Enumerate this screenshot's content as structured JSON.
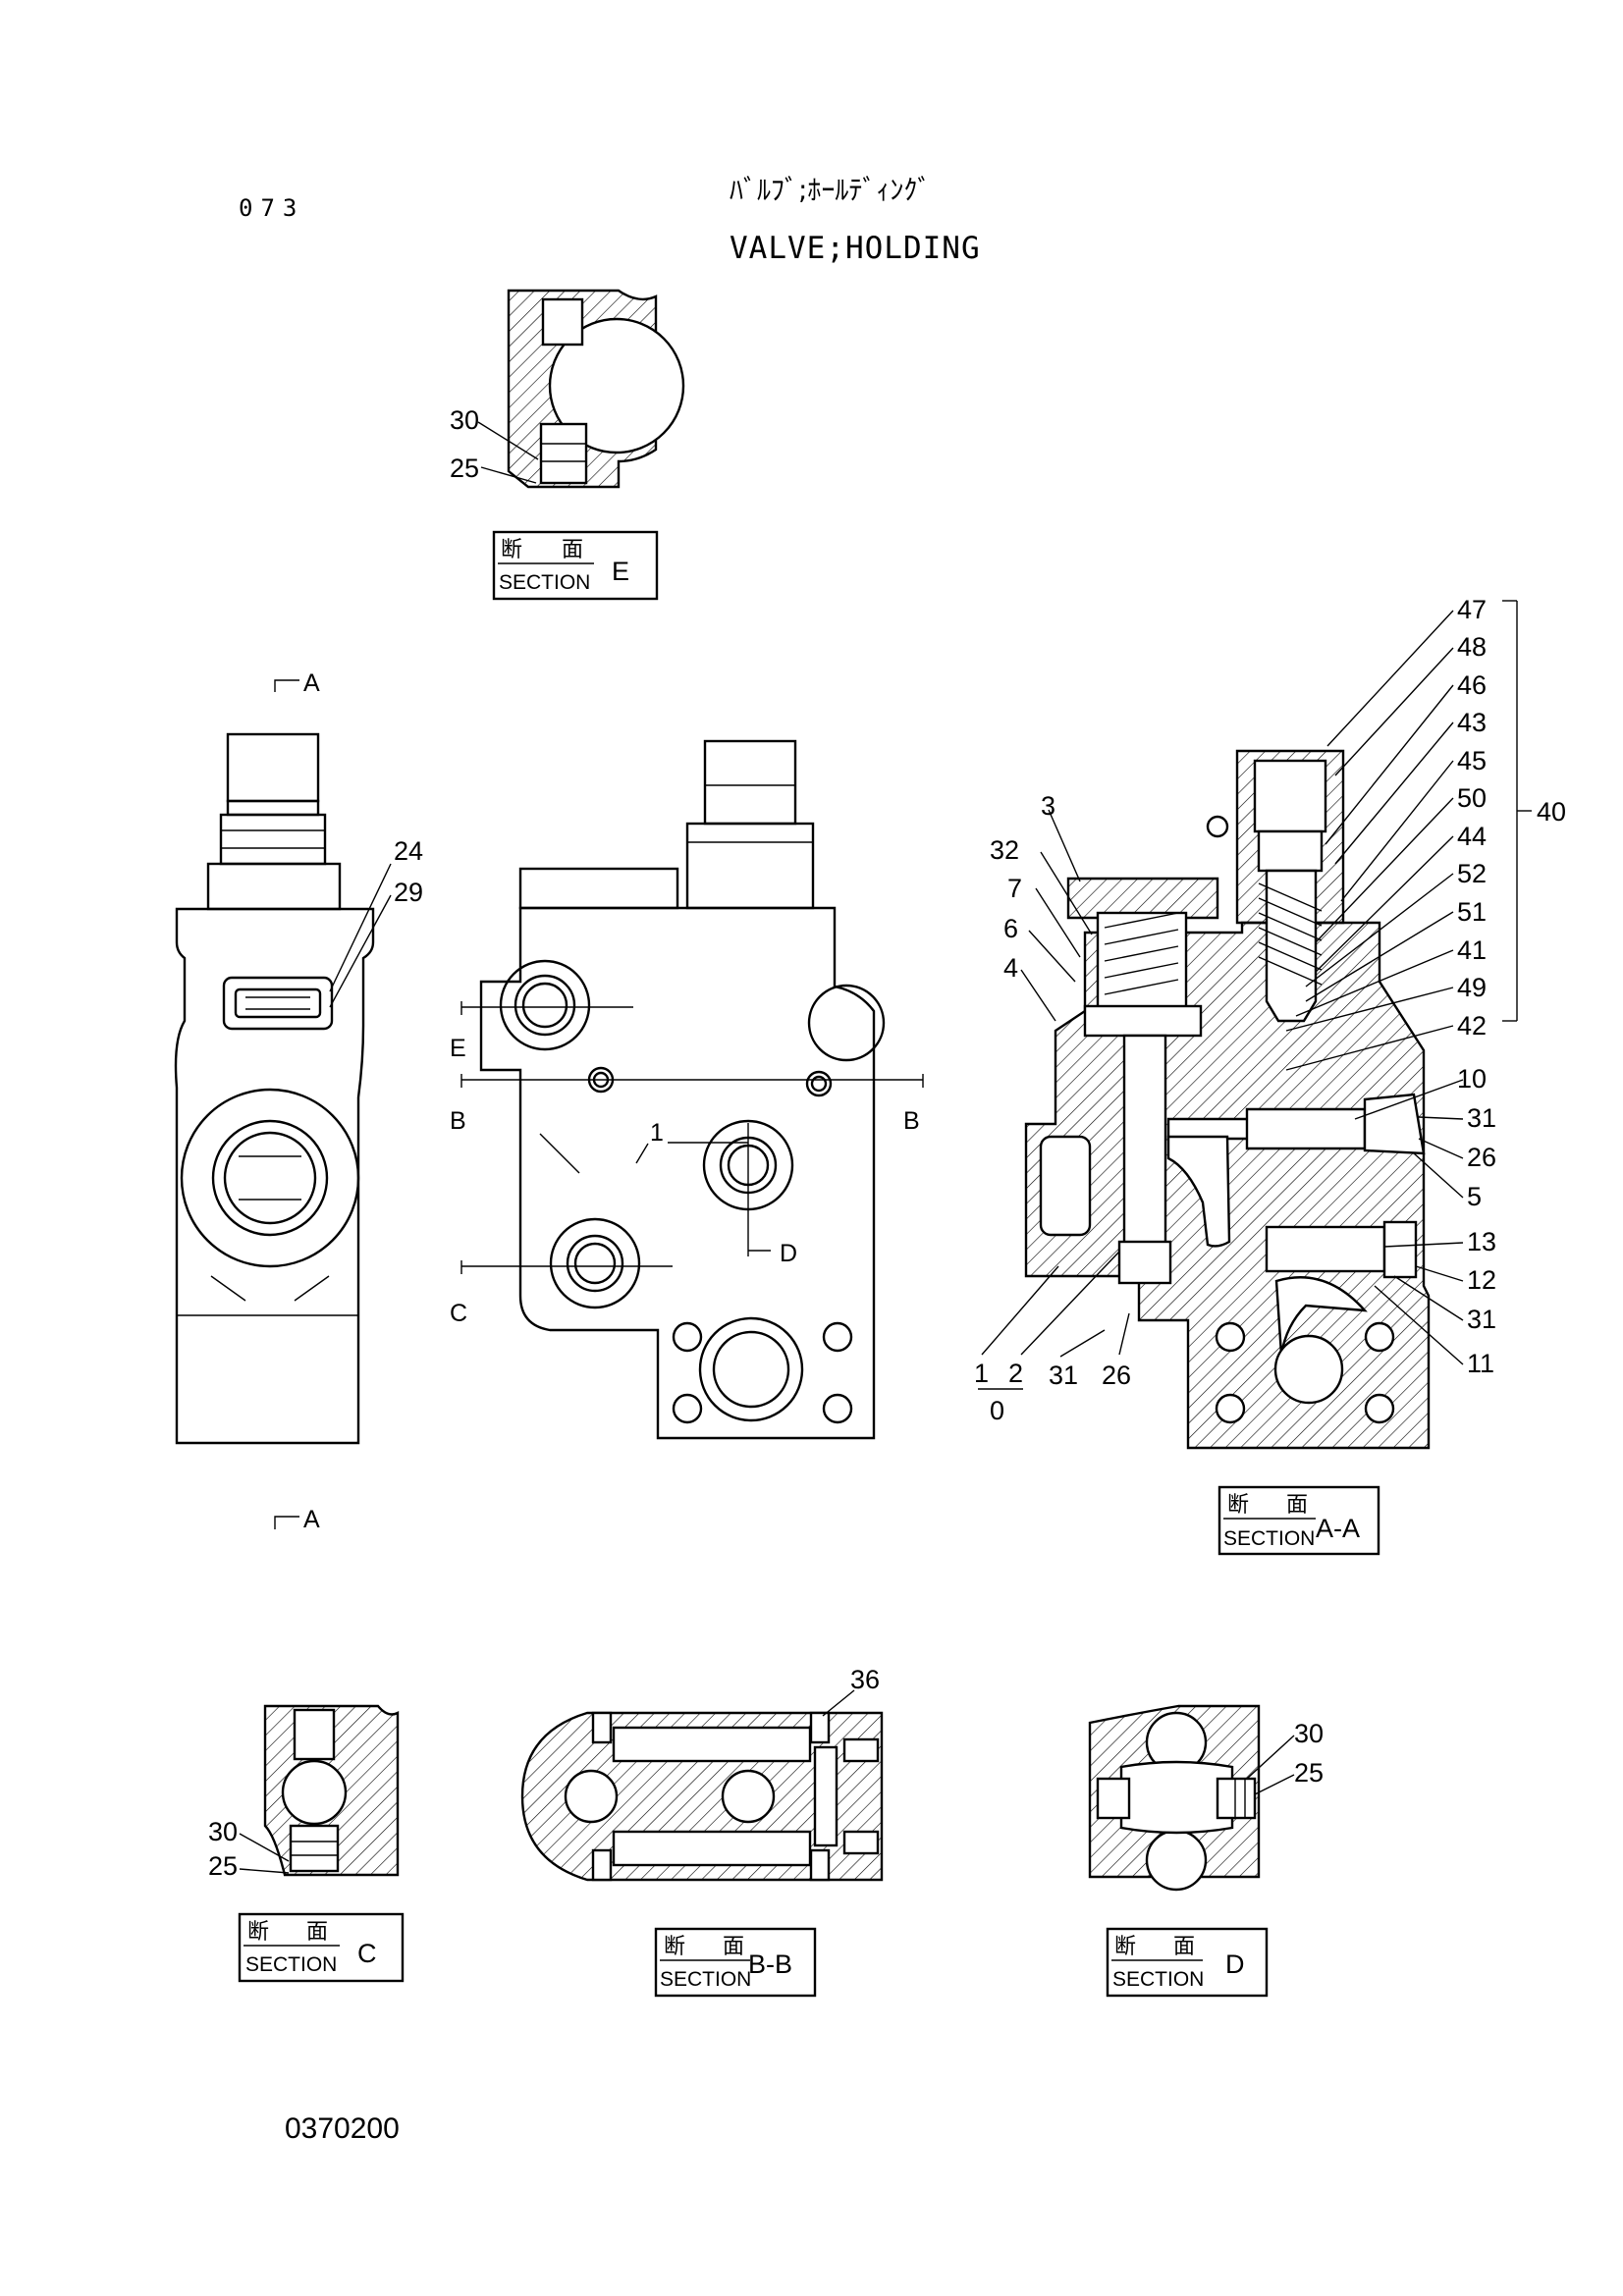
{
  "header": {
    "page_number": "073",
    "title_jp": "ﾊﾞﾙﾌﾞ;ﾎｰﾙﾃﾞｨﾝｸﾞ",
    "title_en": "VALVE;HOLDING"
  },
  "footer": {
    "drawing_number": "0370200"
  },
  "sections": {
    "e": {
      "kanji_1": "断",
      "kanji_2": "面",
      "word": "SECTION",
      "id": "E"
    },
    "aa": {
      "kanji_1": "断",
      "kanji_2": "面",
      "word": "SECTION",
      "id": "A-A"
    },
    "c": {
      "kanji_1": "断",
      "kanji_2": "面",
      "word": "SECTION",
      "id": "C"
    },
    "bb": {
      "kanji_1": "断",
      "kanji_2": "面",
      "word": "SECTION",
      "id": "B-B"
    },
    "d": {
      "kanji_1": "断",
      "kanji_2": "面",
      "word": "SECTION",
      "id": "D"
    }
  },
  "cutting_planes": {
    "a_top": "A",
    "a_bottom": "A",
    "e": "E",
    "b_left": "B",
    "b_right": "B",
    "c": "C",
    "d": "D",
    "one": "1"
  },
  "callouts": {
    "e_30": "30",
    "e_25": "25",
    "side_24": "24",
    "side_29": "29",
    "aa_47": "47",
    "aa_48": "48",
    "aa_46": "46",
    "aa_43": "43",
    "aa_45": "45",
    "aa_50": "50",
    "aa_44": "44",
    "aa_52": "52",
    "aa_51": "51",
    "aa_41": "41",
    "aa_49": "49",
    "aa_42": "42",
    "aa_40": "40",
    "aa_10": "10",
    "aa_31a": "31",
    "aa_26a": "26",
    "aa_5": "5",
    "aa_13": "13",
    "aa_12": "12",
    "aa_31b": "31",
    "aa_11": "11",
    "aa_3": "3",
    "aa_32": "32",
    "aa_7": "7",
    "aa_6": "6",
    "aa_4": "4",
    "aa_1": "1",
    "aa_2": "2",
    "aa_31c": "31",
    "aa_26c": "26",
    "aa_0": "0",
    "bb_36": "36",
    "c_30": "30",
    "c_25": "25",
    "d_30": "30",
    "d_25": "25"
  }
}
